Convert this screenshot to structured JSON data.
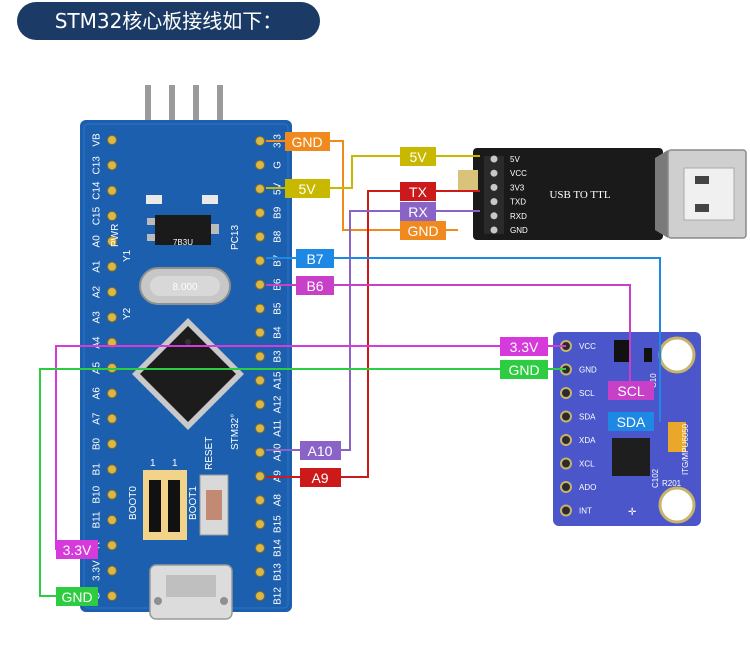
{
  "title": "STM32核心板接线如下：",
  "stm32": {
    "left_pins": [
      "VB",
      "C13",
      "C14",
      "C15",
      "A0",
      "A1",
      "A2",
      "A3",
      "A4",
      "A5",
      "A6",
      "A7",
      "B0",
      "B1",
      "B10",
      "B11",
      "R",
      "3.3V",
      "G"
    ],
    "right_pins": [
      "3.3",
      "G",
      "5V",
      "B9",
      "B8",
      "B7",
      "B6",
      "B5",
      "B4",
      "B3",
      "A15",
      "A12",
      "A11",
      "A10",
      "A9",
      "A8",
      "B15",
      "B14",
      "B13",
      "B12"
    ],
    "silk": {
      "pwr": "PWR",
      "pc13": "PC13",
      "y1": "Y1",
      "y2": "Y2",
      "reset": "RESET",
      "stm32": "STM32°",
      "boot0": "BOOT0",
      "boot1": "BOOT1",
      "jumper0": "1",
      "jumper1": "1",
      "crystal": "8.000",
      "reg": "7B3U"
    }
  },
  "usb_ttl": {
    "name": "USB TO TTL",
    "pins": [
      "5V",
      "VCC",
      "3V3",
      "TXD",
      "RXD",
      "GND"
    ]
  },
  "mpu6050": {
    "pins": [
      "VCC",
      "GND",
      "SCL",
      "SDA",
      "XDA",
      "XCL",
      "ADO",
      "INT"
    ],
    "board_text": "ITG/MPU6050",
    "parts": [
      "C10",
      "C102",
      "R201"
    ]
  },
  "tags": {
    "gnd_stm": "GND",
    "v5_stm": "5V",
    "b7": "B7",
    "b6": "B6",
    "a10": "A10",
    "a9": "A9",
    "v33_left": "3.3V",
    "gnd_left": "GND",
    "usb_5v": "5V",
    "usb_tx": "TX",
    "usb_rx": "RX",
    "usb_gnd": "GND",
    "mpu_33v": "3.3V",
    "mpu_gnd": "GND",
    "mpu_scl": "SCL",
    "mpu_sda": "SDA"
  },
  "colors": {
    "title_bg": "#1b3b66",
    "pcb_blue": "#1b5fae",
    "gnd_orange": "#f08a1e",
    "v5_yellow": "#c9b800",
    "tx_red": "#cc1a1a",
    "rx_purple": "#8a63c7",
    "b7_blue": "#1e88e5",
    "b6_magenta": "#c83fc8",
    "v33_magenta": "#d63adb",
    "gnd_green": "#2ecc40",
    "mpu_purple": "#4a56c9"
  }
}
